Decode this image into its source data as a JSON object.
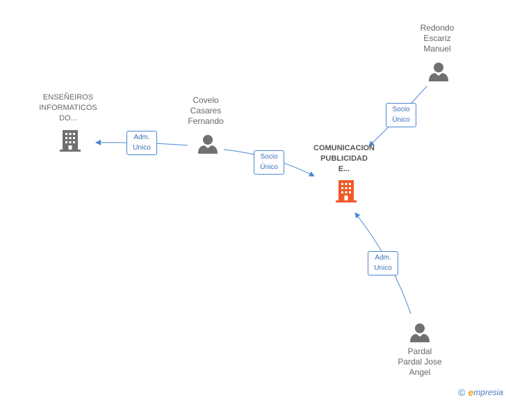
{
  "nodes": {
    "center": {
      "lines": [
        "COMUNICACION",
        "PUBLICIDAD",
        "E..."
      ],
      "color": "#f05a28"
    },
    "company_left": {
      "lines": [
        "ENSEÑEIROS",
        "INFORMATICOS",
        "DO..."
      ],
      "color": "#707070"
    },
    "covelo": {
      "lines": [
        "Covelo",
        "Casares",
        "Fernando"
      ]
    },
    "redondo": {
      "lines": [
        "Redondo",
        "Escariz",
        "Manuel"
      ]
    },
    "pardal": {
      "lines": [
        "Pardal",
        "Pardal Jose",
        "Angel"
      ]
    }
  },
  "edges": {
    "covelo_company": {
      "lines": [
        "Adm.",
        "Unico"
      ]
    },
    "covelo_center": {
      "lines": [
        "Socio",
        "Único"
      ]
    },
    "redondo_center": {
      "lines": [
        "Socio",
        "Único"
      ]
    },
    "pardal_center": {
      "lines": [
        "Adm.",
        "Unico"
      ]
    }
  },
  "colors": {
    "edge": "#4a86d4",
    "person": "#707070"
  },
  "brand": {
    "copyright": "©",
    "e": "e",
    "rest": "mpresia"
  }
}
